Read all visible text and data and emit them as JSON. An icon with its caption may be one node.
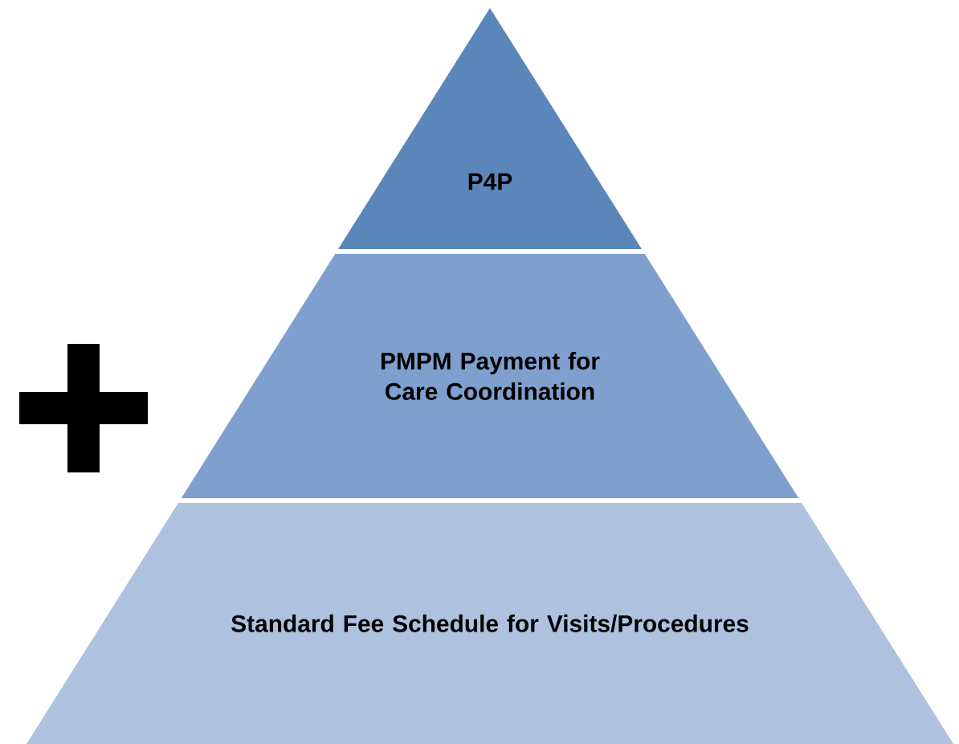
{
  "diagram": {
    "nodes": [
      {
        "text": [
          "P4P"
        ]
      },
      {
        "text": [
          "PMPM Payment for Care Coordination"
        ]
      },
      {
        "text": [
          "Standard Fee Schedule for Visits/Procedures"
        ]
      }
    ]
  }
}
